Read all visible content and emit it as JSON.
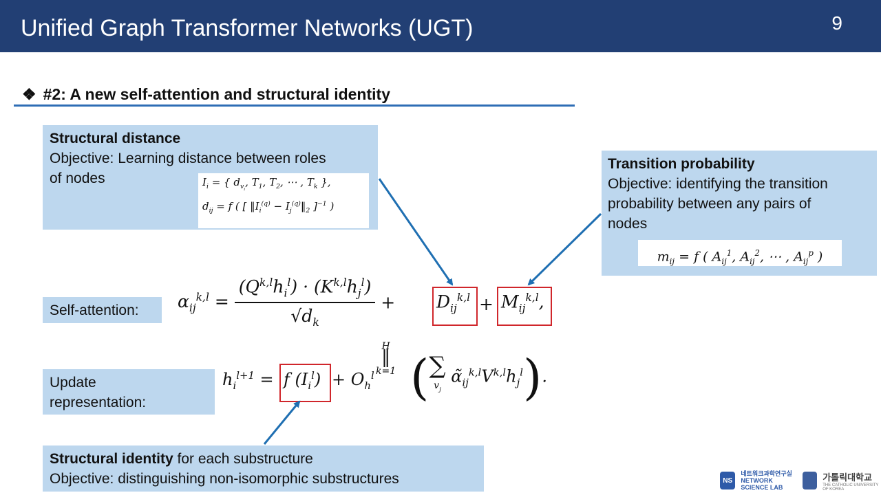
{
  "slide": {
    "title": "Unified Graph Transformer Networks (UGT)",
    "page_number": "9",
    "section_bullet": "❖",
    "section_title": "#2: A new self-attention and structural identity"
  },
  "structural_distance": {
    "heading": "Structural distance",
    "line1": "Objective: Learning distance between roles",
    "line2": "of nodes",
    "formula1": "I_i = { d_{v_i}, T_1, T_2, ⋯ , T_k },",
    "formula2": "d_ij = f ( [ ‖ I_i^(q) − I_j^(q) ‖_2 ]^−1 )"
  },
  "transition_probability": {
    "heading": "Transition probability",
    "line1": "Objective: identifying the transition",
    "line2": "probability between any pairs of",
    "line3": "nodes",
    "formula": "m_ij = f ( A¹_ij, A²_ij, ⋯ , Aᵖ_ij )"
  },
  "self_attention": {
    "label": "Self-attention:"
  },
  "update_representation": {
    "label_line1": "Update",
    "label_line2": "representation:"
  },
  "structural_identity": {
    "heading": "Structural identity",
    "heading_rest": " for each substructure",
    "line2": "Objective: distinguishing non-isomorphic substructures"
  },
  "logos": {
    "lab_mark": "NS",
    "lab_name_ko": "네트워크과학연구실",
    "lab_name_en": "NETWORK SCIENCE LAB",
    "univ_name_ko": "가톨릭대학교",
    "univ_name_en": "THE CATHOLIC UNIVERSITY OF KOREA"
  },
  "colors": {
    "header_bg": "#223f74",
    "box_bg": "#bdd7ee",
    "accent_line": "#2e6db5",
    "arrow": "#1f6fb2",
    "highlight_border": "#d0262b"
  }
}
